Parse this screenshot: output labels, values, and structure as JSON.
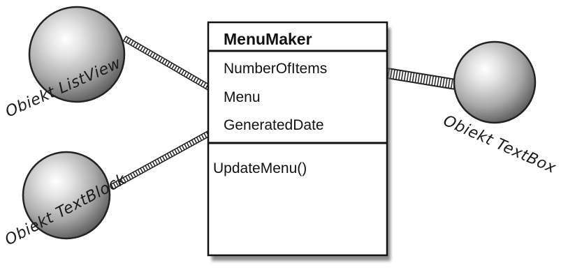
{
  "class_box": {
    "name": "MenuMaker",
    "properties": [
      "NumberOfItems",
      "Menu",
      "GeneratedDate"
    ],
    "methods": [
      "UpdateMenu()"
    ]
  },
  "objects": {
    "listview": "Obiekt ListView",
    "textblock": "Obiekt TextBlock",
    "textbox": "Obiekt TextBox"
  },
  "colors": {
    "sphere_light": "#e6e6e6",
    "sphere_dark": "#5a5a5a",
    "line": "#222222"
  }
}
